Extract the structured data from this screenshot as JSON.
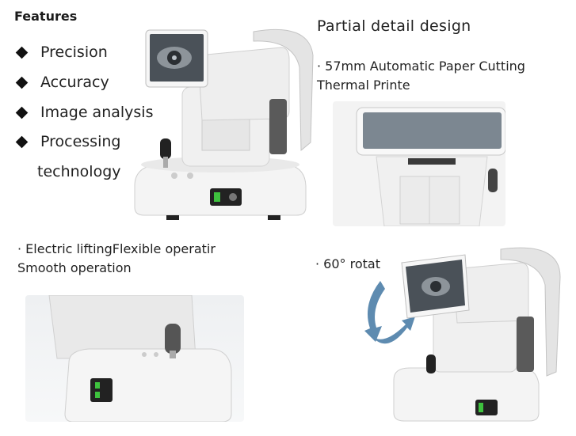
{
  "features": {
    "title": "Features",
    "items": [
      "Precision",
      "Accuracy",
      "Image analysis",
      "Processing",
      "technology"
    ]
  },
  "partial": {
    "title": "Partial detail design",
    "printer_caption_line1": "· 57mm Automatic Paper Cutting",
    "printer_caption_line2": "Thermal Printe"
  },
  "lifting": {
    "caption_line1": "· Electric liftingFlexible operatir",
    "caption_line2": "Smooth operation"
  },
  "rotate": {
    "caption": "· 60° rotat"
  },
  "colors": {
    "body": "#f2f2f2",
    "screen": "#4a5158",
    "arrow": "#5e8bb0",
    "indicator": "#3ec23e"
  }
}
